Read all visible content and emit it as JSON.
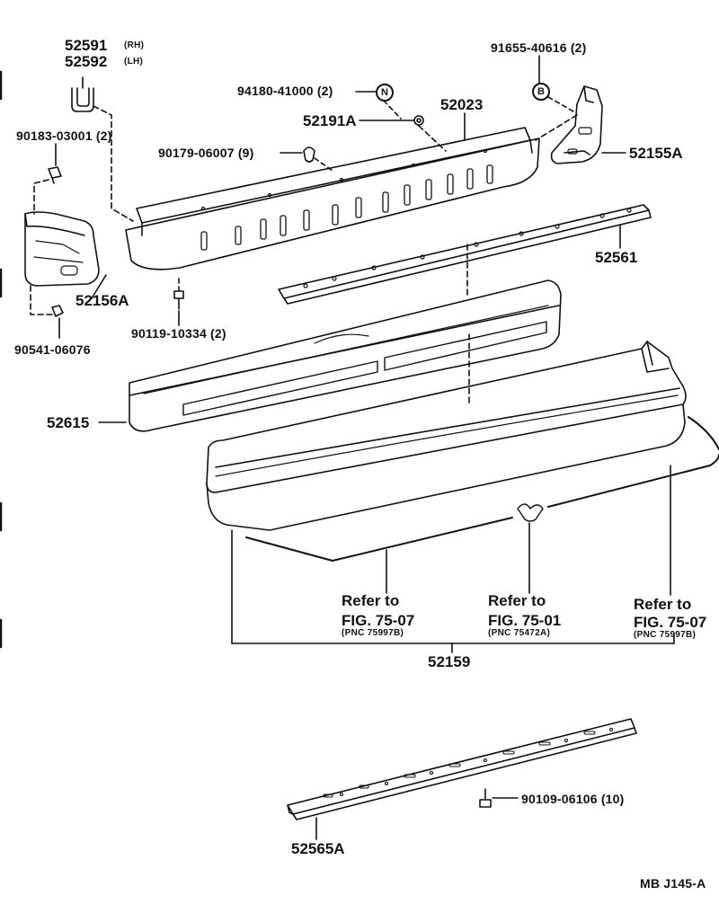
{
  "parts": {
    "p52591": "52591",
    "p52591_side": "(RH)",
    "p52592": "52592",
    "p52592_side": "(LH)",
    "p91655": "91655-40616 (2)",
    "p94180": "94180-41000 (2)",
    "p52023": "52023",
    "p52191A": "52191A",
    "p90183": "90183-03001 (2)",
    "p90179": "90179-06007 (9)",
    "p52155A": "52155A",
    "p52561": "52561",
    "p52156A": "52156A",
    "p90119": "90119-10334 (2)",
    "p90541": "90541-06076",
    "p52615": "52615",
    "p52159": "52159",
    "p90109": "90109-06106 (10)",
    "p52565A": "52565A"
  },
  "markers": {
    "n": "N",
    "b": "B"
  },
  "references": [
    {
      "line1": "Refer to",
      "line2": "FIG. 75-07",
      "line3": "(PNC 75997B)"
    },
    {
      "line1": "Refer to",
      "line2": "FIG. 75-01",
      "line3": "(PNC 75472A)"
    },
    {
      "line1": "Refer to",
      "line2": "FIG. 75-07",
      "line3": "(PNC 75997B)"
    }
  ],
  "footer": {
    "code": "MB J145-A"
  }
}
